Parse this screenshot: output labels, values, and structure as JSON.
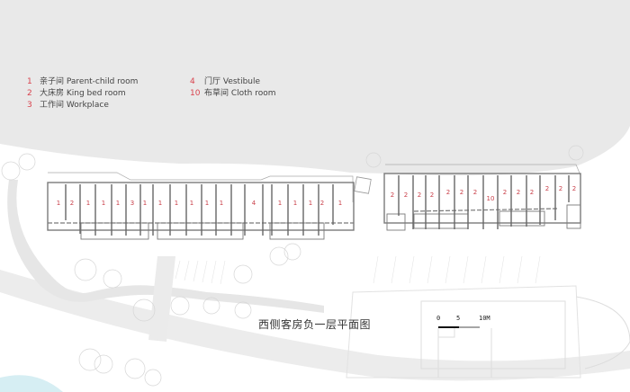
{
  "title": "西侧客房负一层平面图",
  "legend": {
    "left_column": [
      {
        "num": "1",
        "label": "亲子间 Parent-child room"
      },
      {
        "num": "2",
        "label": "大床房 King bed room"
      },
      {
        "num": "3",
        "label": "工作间 Workplace"
      }
    ],
    "right_column": [
      {
        "num": "4",
        "label": "门厅 Vestibule"
      },
      {
        "num": "10",
        "label": "布草间 Cloth room"
      }
    ]
  },
  "scale_bar": {
    "ticks": [
      "0",
      "5",
      "10M"
    ]
  },
  "room_labels": {
    "west_block": [
      "1",
      "2",
      "1",
      "1",
      "1",
      "3",
      "1",
      "1",
      "1",
      "1",
      "1",
      "1",
      "4",
      "1",
      "1",
      "1",
      "2",
      "1"
    ],
    "east_block": [
      "2",
      "2",
      "2",
      "2",
      "2",
      "2",
      "2",
      "10",
      "2",
      "2",
      "2",
      "2",
      "2",
      "2"
    ]
  },
  "colors": {
    "label_red": "#c9404a",
    "background_gray": "#e9e9e9",
    "wall": "#777777",
    "water": "#d6eef3"
  }
}
